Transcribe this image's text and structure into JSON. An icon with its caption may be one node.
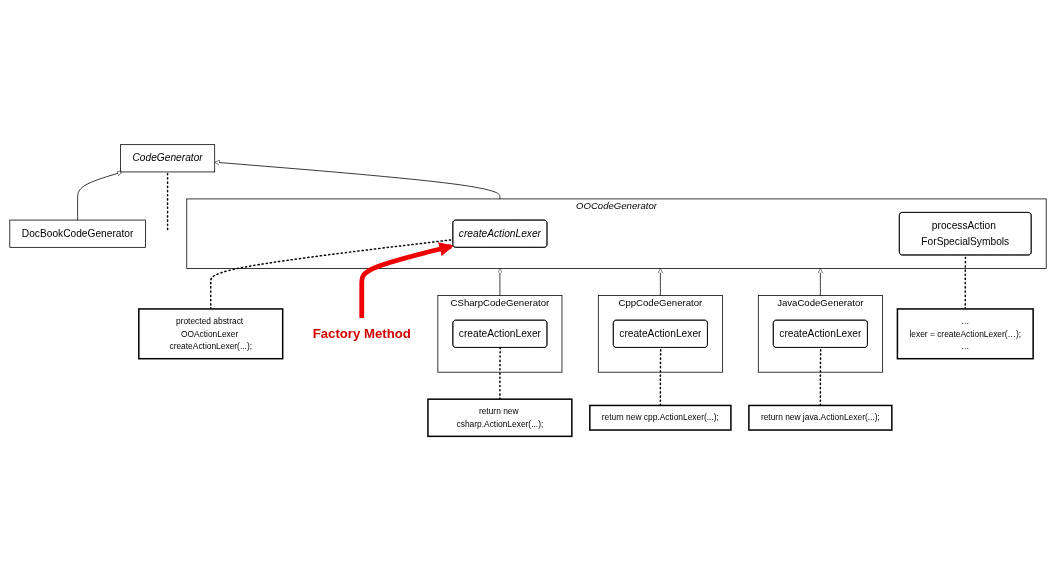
{
  "diagram": {
    "nodes": [
      {
        "text": [
          "CodeGenerator"
        ]
      },
      {
        "text": [
          "DocBookCodeGenerator"
        ]
      },
      {
        "text": [
          "OOCodeGenerator"
        ]
      },
      {
        "text": [
          "createActionLexer"
        ],
        "in": 2
      },
      {
        "text": [
          "processAction ForSpecialSymbols"
        ],
        "in": 2
      },
      {
        "text": [
          "protected abstract OOActionLexer createActionLexer(...);"
        ]
      },
      {
        "text": [
          "…",
          "lexer = createActionLexer(…);",
          "…"
        ]
      },
      {
        "text": [
          "CSharpCodeGenerator"
        ]
      },
      {
        "text": [
          "createActionLexer"
        ],
        "in": 7
      },
      {
        "text": [
          "CppCodeGenerator"
        ]
      },
      {
        "text": [
          "createActionLexer"
        ],
        "in": 9
      },
      {
        "text": [
          "JavaCodeGenerator"
        ]
      },
      {
        "text": [
          "createActionLexer"
        ],
        "in": 11
      },
      {
        "text": [
          "return new csharp.ActionLexer(...);"
        ]
      },
      {
        "text": [
          "return new cpp.ActionLexer(...);"
        ]
      },
      {
        "text": [
          "return new java.ActionLexer(...);"
        ]
      },
      {
        "text": [
          "Factory Method"
        ]
      }
    ],
    "edges": [
      {
        "from": 1,
        "to": 0,
        "arrow": "to"
      },
      {
        "from": 2,
        "to": 0,
        "arrow": "to"
      },
      {
        "from": null,
        "to": 0,
        "arrow": "none",
        "style": "dashed"
      },
      {
        "from": 5,
        "to": 3,
        "arrow": "none",
        "style": "dashed"
      },
      {
        "from": 6,
        "to": 4,
        "arrow": "none",
        "style": "dashed"
      },
      {
        "from": 16,
        "to": 3,
        "arrow": "to",
        "style": "thick",
        "color": "#ee0000"
      },
      {
        "from": 7,
        "to": 2,
        "arrow": "to"
      },
      {
        "from": 9,
        "to": 2,
        "arrow": "to"
      },
      {
        "from": 11,
        "to": 2,
        "arrow": "to"
      },
      {
        "from": 13,
        "to": 8,
        "arrow": "none",
        "style": "dashed"
      },
      {
        "from": 14,
        "to": 10,
        "arrow": "none",
        "style": "dashed"
      },
      {
        "from": 15,
        "to": 12,
        "arrow": "none",
        "style": "dashed"
      }
    ]
  }
}
